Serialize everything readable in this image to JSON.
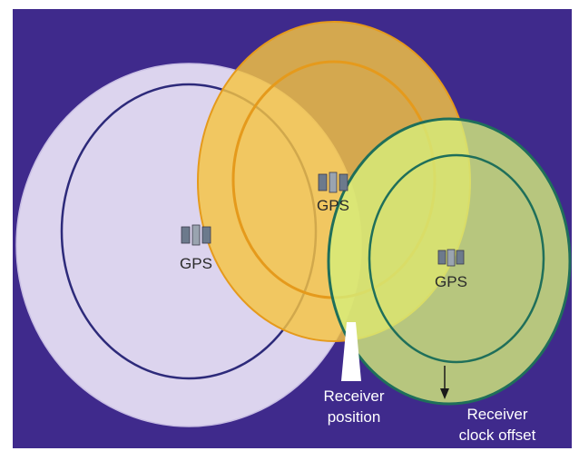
{
  "satellites": [
    {
      "label": "GPS",
      "icon": "satellite-icon"
    },
    {
      "label": "GPS",
      "icon": "satellite-icon"
    },
    {
      "label": "GPS",
      "icon": "satellite-icon"
    }
  ],
  "annotations": {
    "receiver_position": {
      "line1": "Receiver",
      "line2": "position"
    },
    "receiver_clock_offset": {
      "line1": "Receiver",
      "line2": "clock offset"
    }
  },
  "colors": {
    "background": "#3f2a8c",
    "frame": "#ffffff",
    "circle_left_fill": "#dcd4ee",
    "circle_left_ring": "#2d2a7a",
    "circle_top_fill": "#f5c542",
    "circle_top_ring": "#e59a1c",
    "circle_right_fill": "#d6ee7a",
    "circle_right_ring": "#1f6f5a",
    "receiver_marker": "#ffffff"
  }
}
